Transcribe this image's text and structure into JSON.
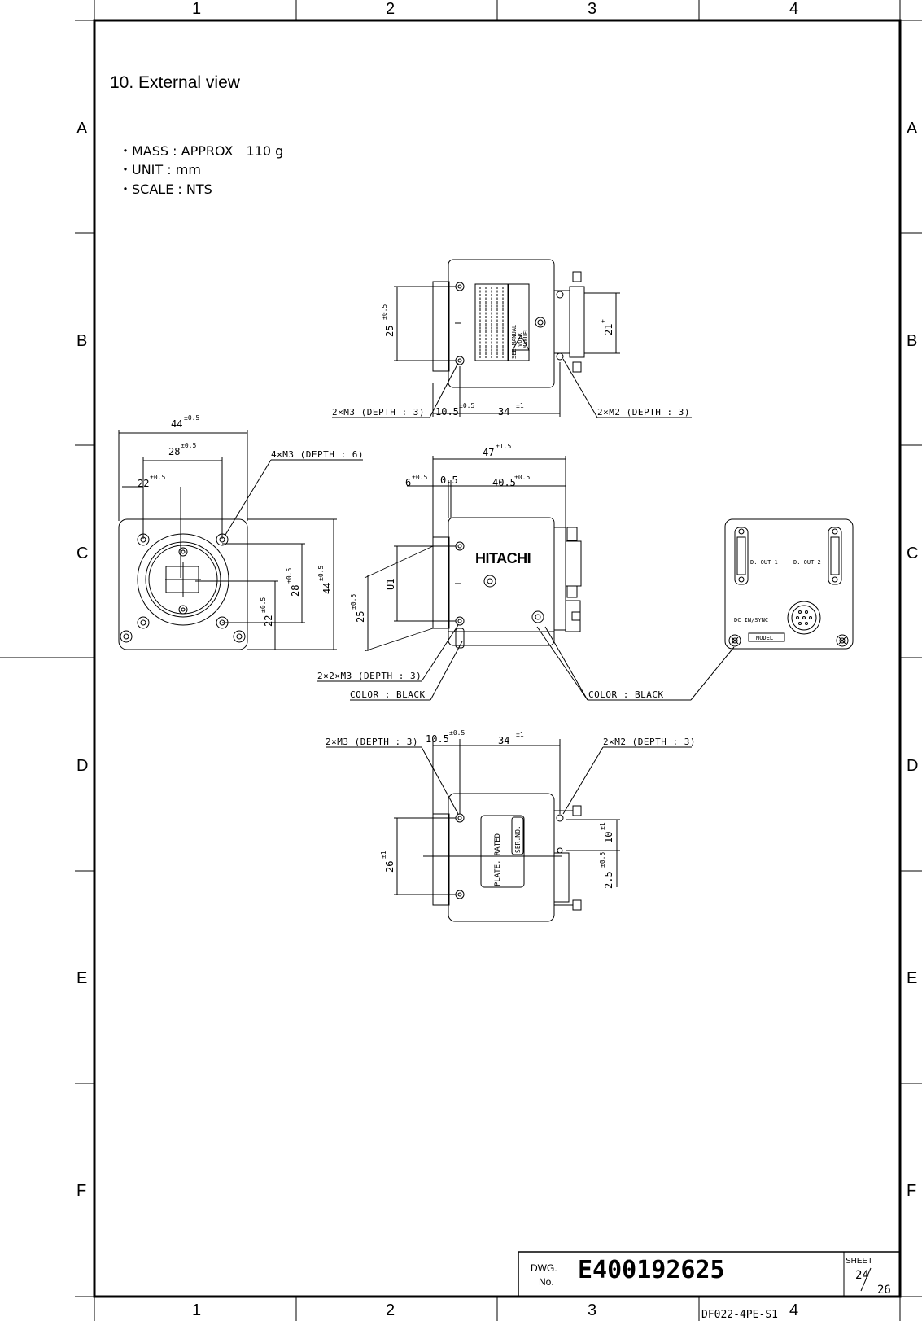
{
  "frame": {
    "columns": [
      "1",
      "2",
      "3",
      "4"
    ],
    "rows": [
      "A",
      "B",
      "C",
      "D",
      "E",
      "F"
    ]
  },
  "heading": "10. External view",
  "notes": [
    "・MASS : APPROX　110 g",
    "・UNIT : mm",
    "・SCALE : NTS"
  ],
  "top_view": {
    "dim_height": "25",
    "dim_height_tol": "±0.5",
    "dim_right": "21",
    "dim_right_tol": "±1",
    "dim_left_bottom": "10.5",
    "dim_left_bottom_tol": "±0.5",
    "dim_span": "34",
    "dim_span_tol": "±1",
    "callout_left": "2×M3 (DEPTH : 3)",
    "callout_right": "2×M2 (DEPTH : 3)",
    "label_manual": "SEE MANUAL",
    "label_voir": "VOIR",
    "label_manuel": "MANUEL"
  },
  "front_view": {
    "dim_width": "44",
    "dim_width_tol": "±0.5",
    "dim_mid": "28",
    "dim_mid_tol": "±0.5",
    "dim_inner": "22",
    "dim_inner_tol": "±0.5",
    "dim_h_outer": "44",
    "dim_h_outer_tol": "±0.5",
    "dim_h_mid": "28",
    "dim_h_mid_tol": "±0.5",
    "dim_h_inner": "22",
    "dim_h_inner_tol": "±0.5",
    "callout": "4×M3 (DEPTH : 6)"
  },
  "side_view": {
    "dim_total": "47",
    "dim_total_tol": "±1.5",
    "dim_lens": "6",
    "dim_lens_tol": "±0.5",
    "dim_gap": "0.5",
    "dim_body": "40.5",
    "dim_body_tol": "±0.5",
    "dim_h": "25",
    "dim_h_tol": "±0.5",
    "dim_u": "U1",
    "brand": "HITACHI",
    "callout_mount": "2×2×M3 (DEPTH : 3)",
    "color_left": "COLOR : BLACK",
    "color_right": "COLOR : BLACK"
  },
  "rear_view": {
    "out1": "D. OUT 1",
    "out2": "D. OUT 2",
    "dc": "DC IN/SYNC",
    "model": "MODEL"
  },
  "bottom_view": {
    "callout_left": "2×M3 (DEPTH : 3)",
    "callout_right": "2×M2 (DEPTH : 3)",
    "dim_left": "10.5",
    "dim_left_tol": "±0.5",
    "dim_span": "34",
    "dim_span_tol": "±1",
    "dim_h": "26",
    "dim_h_tol": "±1",
    "dim_r1": "10",
    "dim_r1_tol": "±1",
    "dim_r2": "2.5",
    "dim_r2_tol": "±0.5",
    "plate": "PLATE, RATED",
    "ser": "SER.NO."
  },
  "title_block": {
    "dwg_label_1": "DWG.",
    "dwg_label_2": "No.",
    "dwg_number": "E400192625",
    "sheet_label": "SHEET",
    "sheet_num": "24",
    "sheet_total": "26",
    "form_code": "DF022-4PE-S1"
  }
}
